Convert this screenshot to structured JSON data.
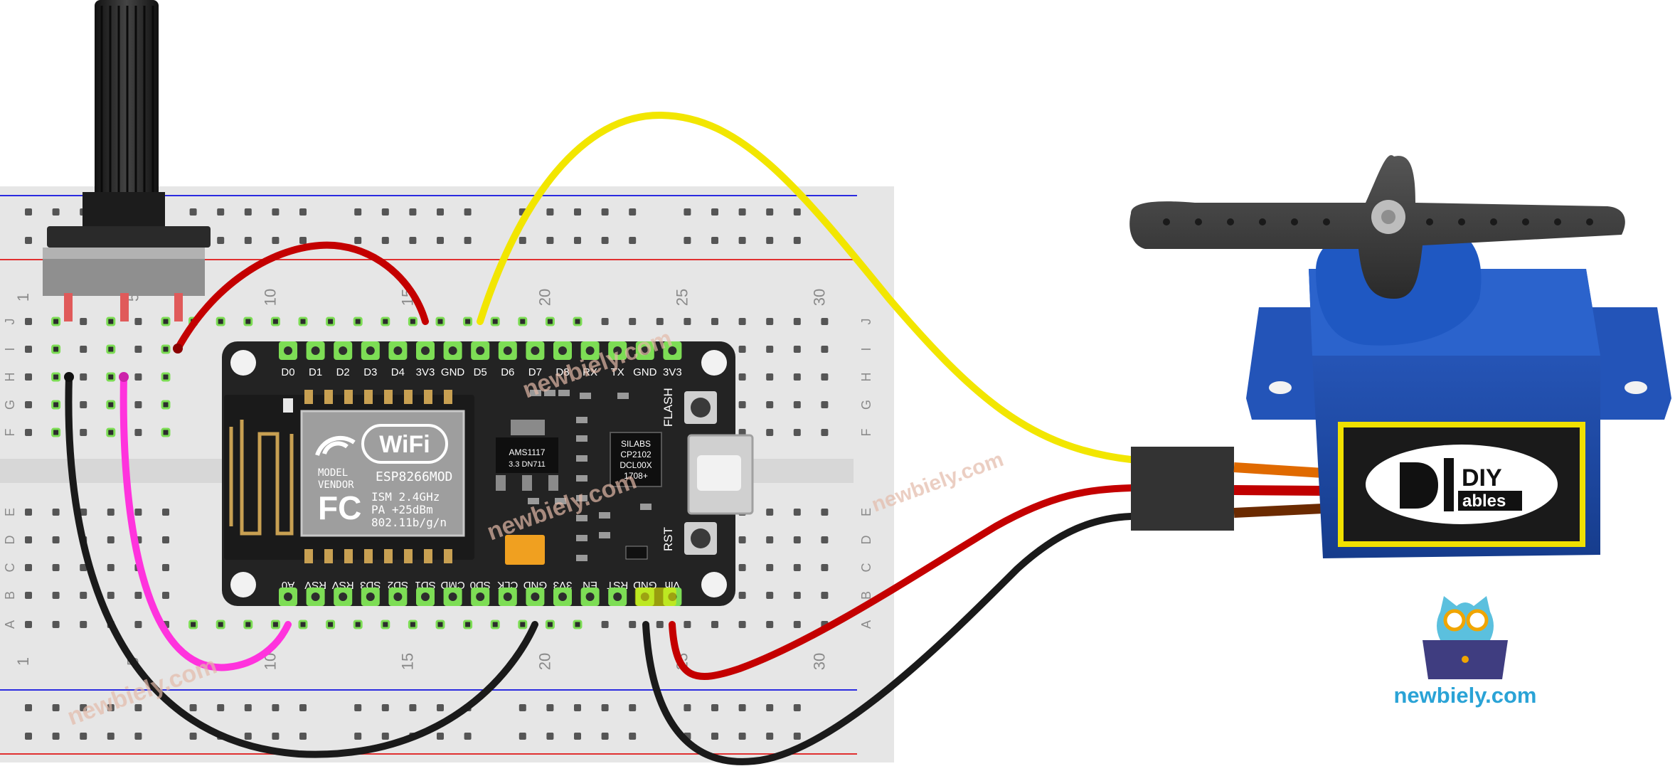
{
  "breadboard": {
    "column_numbers": [
      "1",
      "5",
      "10",
      "15",
      "20",
      "25",
      "30"
    ],
    "row_letters_top": [
      "J",
      "I",
      "H",
      "G",
      "F"
    ],
    "row_letters_bottom": [
      "E",
      "D",
      "C",
      "B",
      "A"
    ]
  },
  "board": {
    "top_pins": [
      "D0",
      "D1",
      "D2",
      "D3",
      "D4",
      "3V3",
      "GND",
      "D5",
      "D6",
      "D7",
      "D8",
      "RX",
      "TX",
      "GND",
      "3V3"
    ],
    "bottom_pins": [
      "A0",
      "RSV",
      "RSV",
      "SD3",
      "SD2",
      "SD1",
      "CMD",
      "SD0",
      "CLK",
      "GND",
      "3V3",
      "EN",
      "RST",
      "GND",
      "Vin"
    ],
    "module": {
      "wifi_logo": "WiFi",
      "model_label": "MODEL",
      "vendor_label": "VENDOR",
      "model_value": "ESP8266MOD",
      "fc_mark": "FC",
      "spec_1": "ISM 2.4GHz",
      "spec_2": "PA  +25dBm",
      "spec_3": "802.11b/g/n"
    },
    "regulator": {
      "line1": "AMS1117",
      "line2": "3.3  DN711"
    },
    "usb_chip": {
      "line1": "SILABS",
      "line2": "CP2102",
      "line3": "DCL00X",
      "line4": "1708+"
    },
    "flash_label": "FLASH",
    "rst_label": "RST"
  },
  "servo": {
    "logo_diy": "DIY",
    "logo_ables": "ables"
  },
  "brand": {
    "site": "newbiely.com",
    "watermark": "newbiely.com"
  },
  "colors": {
    "wire_yellow": "#f2e600",
    "wire_red": "#c40000",
    "wire_black": "#1a1a1a",
    "wire_magenta": "#ff33dd",
    "servo_blue": "#1e4fb0",
    "board_black": "#232323",
    "breadboard": "#e6e6e6",
    "pin_green": "#7ddd55",
    "brand_blue": "#2aa3d6"
  }
}
